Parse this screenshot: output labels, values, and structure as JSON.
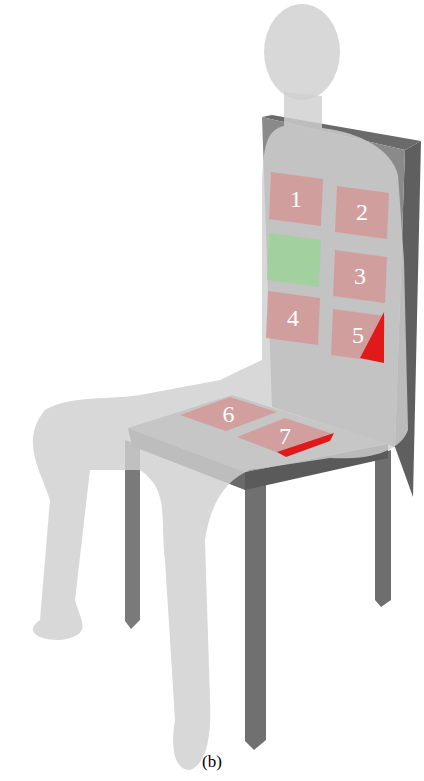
{
  "diagram": {
    "caption": "(b)",
    "nodes": [
      {
        "text": [
          "1"
        ]
      },
      {
        "text": [
          "2"
        ]
      },
      {
        "text": [
          "3"
        ]
      },
      {
        "text": [
          "4"
        ]
      },
      {
        "text": [
          "5"
        ]
      },
      {
        "text": [
          "6"
        ]
      },
      {
        "text": [
          "7"
        ]
      }
    ]
  }
}
